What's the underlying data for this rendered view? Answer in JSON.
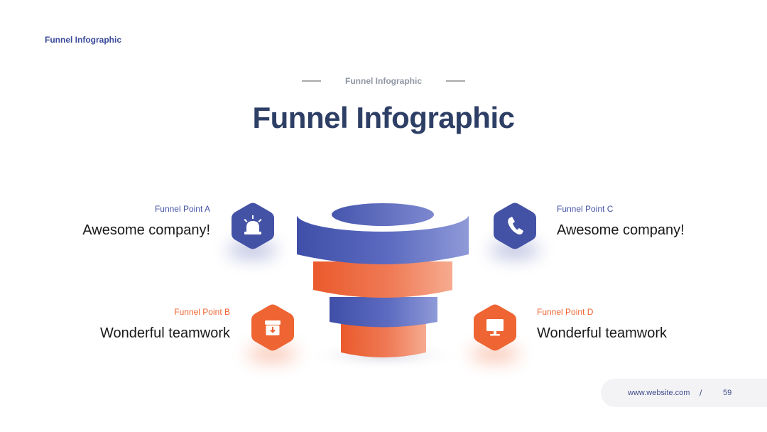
{
  "header": {
    "top_label": "Funnel Infographic",
    "eyebrow": "Funnel Infographic",
    "title": "Funnel Infographic"
  },
  "points": {
    "a": {
      "label": "Funnel Point A",
      "text": "Awesome company!",
      "icon": "alarm-light-icon",
      "color": "#4452a6"
    },
    "b": {
      "label": "Funnel Point B",
      "text": "Wonderful teamwork",
      "icon": "archive-box-icon",
      "color": "#ee6432"
    },
    "c": {
      "label": "Funnel Point C",
      "text": "Awesome company!",
      "icon": "phone-icon",
      "color": "#4452a6"
    },
    "d": {
      "label": "Funnel Point D",
      "text": "Wonderful teamwork",
      "icon": "monitor-icon",
      "color": "#ee6432"
    }
  },
  "footer": {
    "url": "www.website.com",
    "separator": "/",
    "page": "59"
  }
}
